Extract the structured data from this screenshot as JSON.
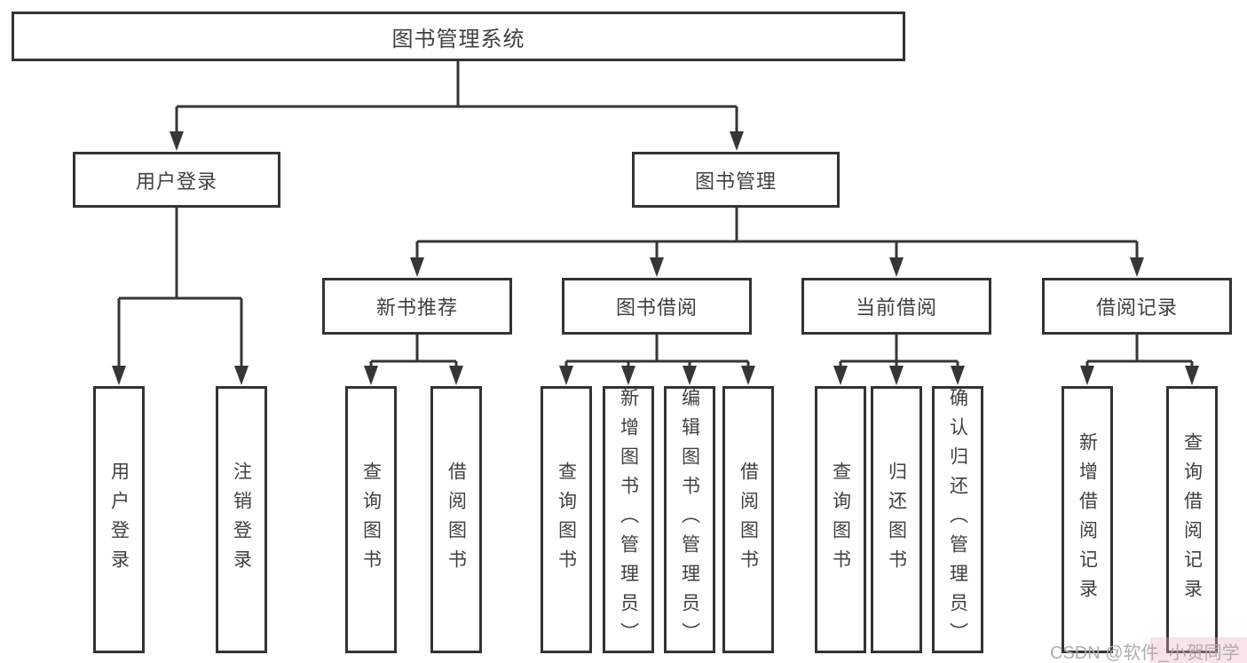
{
  "diagram": {
    "root": {
      "label": "图书管理系统"
    },
    "user_branch": {
      "label": "用户登录",
      "children": [
        {
          "label": "用户登录"
        },
        {
          "label": "注销登录"
        }
      ]
    },
    "mgmt_branch": {
      "label": "图书管理",
      "sections": [
        {
          "label": "新书推荐",
          "children": [
            {
              "label": "查询图书"
            },
            {
              "label": "借阅图书"
            }
          ]
        },
        {
          "label": "图书借阅",
          "children": [
            {
              "label": "查询图书"
            },
            {
              "label": "新增图书（管理员）"
            },
            {
              "label": "编辑图书（管理员）"
            },
            {
              "label": "借阅图书"
            }
          ]
        },
        {
          "label": "当前借阅",
          "children": [
            {
              "label": "查询图书"
            },
            {
              "label": "归还图书"
            },
            {
              "label": "确认归还（管理员）"
            }
          ]
        },
        {
          "label": "借阅记录",
          "children": [
            {
              "label": "新增借阅记录"
            },
            {
              "label": "查询借阅记录"
            }
          ]
        }
      ]
    }
  },
  "watermark": {
    "text": "CSDN @软件_小贺同学"
  },
  "colors": {
    "line": "#363636",
    "box_border": "#333333",
    "text": "#404040",
    "watermark": "#b1acae"
  }
}
